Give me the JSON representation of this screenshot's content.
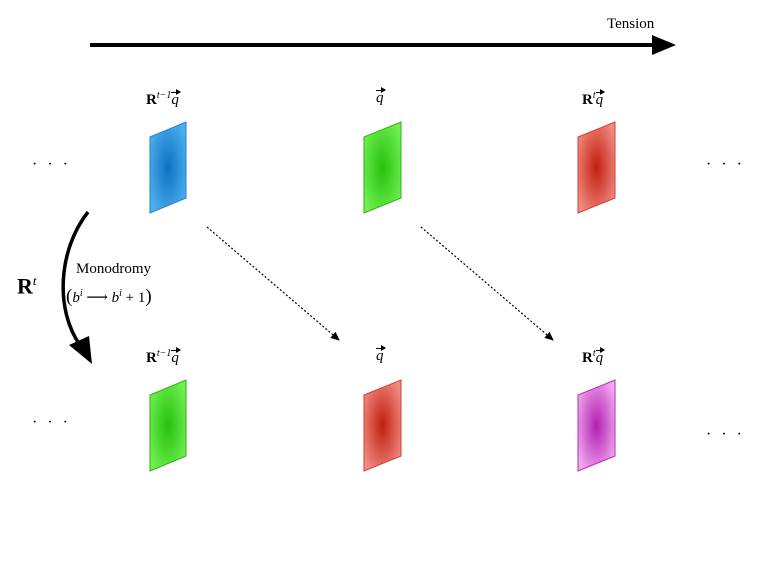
{
  "axis": {
    "label": "Tension"
  },
  "operator": {
    "symbol": "R",
    "superscript": "t"
  },
  "transition": {
    "name": "Monodromy",
    "formula_open": "(",
    "formula_b": "b",
    "formula_sup": "i",
    "formula_arrow": "⟶",
    "formula_b2": "b",
    "formula_sup2": "i",
    "formula_tail": " + 1",
    "formula_close": ")"
  },
  "ellipsis": "· · ·",
  "top_row": [
    {
      "label_R": "R",
      "label_sup": "t−1",
      "label_vec": "q",
      "color": "#1e90e0"
    },
    {
      "label_vec": "q",
      "color": "#3ad820"
    },
    {
      "label_R": "R",
      "label_sup": "t",
      "label_vec": "q",
      "color": "#e23a30"
    }
  ],
  "bottom_row": [
    {
      "label_R": "R",
      "label_sup": "t−1",
      "label_vec": "q",
      "color": "#3ad820"
    },
    {
      "label_vec": "q",
      "color": "#e23a30"
    },
    {
      "label_R": "R",
      "label_sup": "t",
      "label_vec": "q",
      "color": "#cc33cc"
    }
  ],
  "colors": {
    "blue": "#1e90e0",
    "green": "#3ad820",
    "red": "#e23a30",
    "magenta": "#cc33cc"
  }
}
